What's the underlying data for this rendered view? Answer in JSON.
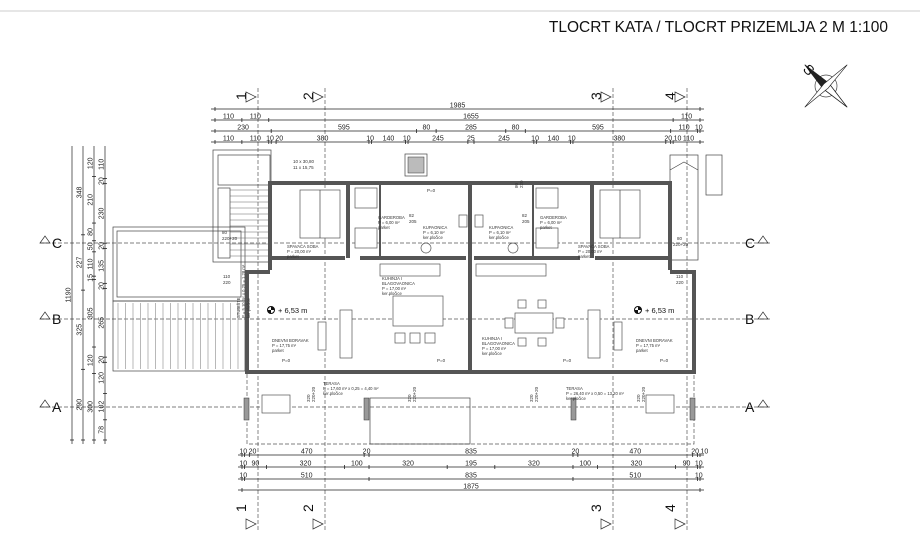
{
  "title": "TLOCRT KATA / TLOCRT PRIZEMLJA 2 M 1:100",
  "compass_label": "S",
  "axes": {
    "vertical": [
      "1",
      "2",
      "3",
      "4"
    ],
    "horizontal": [
      "C",
      "B",
      "A"
    ]
  },
  "dimensions": {
    "top": [
      [
        1985
      ],
      [
        110,
        110,
        1655,
        110
      ],
      [
        230,
        595,
        80,
        285,
        80,
        595,
        110,
        10
      ],
      [
        110,
        110,
        10,
        20,
        380,
        10,
        140,
        10,
        245,
        25,
        245,
        10,
        140,
        10,
        380,
        20,
        10,
        110
      ]
    ],
    "bottom": [
      [
        10,
        20,
        470,
        20,
        835,
        20,
        470,
        20,
        10
      ],
      [
        10,
        90,
        320,
        100,
        320,
        195,
        320,
        100,
        320,
        90,
        10
      ],
      [
        10,
        510,
        835,
        510,
        10
      ],
      [
        1875
      ]
    ],
    "left": [
      [
        1190
      ],
      [
        348,
        227,
        325,
        290
      ],
      [
        120,
        210,
        80,
        50,
        110,
        15,
        305,
        120,
        300
      ],
      [
        110,
        20,
        230,
        20,
        135,
        20,
        265,
        20,
        120,
        102,
        78
      ]
    ]
  },
  "rooms": {
    "bedroom_left": {
      "name": "SPAVAĆA SOBA",
      "area": "P = 20,00 m²",
      "floor": "parket"
    },
    "wardrobe_left": {
      "name": "GARDEROBA",
      "area": "P = 6,00 m²",
      "floor": "parket"
    },
    "bath_left": {
      "name": "KUPAONICA",
      "area": "P = 6,10 m²",
      "floor": "ker.pločice"
    },
    "bath_right": {
      "name": "KUPAONICA",
      "area": "P = 6,10 m²",
      "floor": "ker.pločice"
    },
    "wardrobe_right": {
      "name": "GARDEROBA",
      "area": "P = 6,00 m²",
      "floor": "parket"
    },
    "bedroom_right": {
      "name": "SPAVAĆA SOBA",
      "area": "P = 20,00 m²",
      "floor": "parket"
    },
    "kitchen_left": {
      "name": "KUHINJA I",
      "name2": "BLAGOVAONICA",
      "area": "P = 17,00 m²",
      "floor": "ker.pločice"
    },
    "kitchen_right": {
      "name": "KUHINJA I",
      "name2": "BLAGOVAONICA",
      "area": "P = 17,00 m²",
      "floor": "ker.pločice"
    },
    "living_left": {
      "name": "DNEVNI BORAVAK",
      "area": "P = 17,75 m²",
      "floor": "parket"
    },
    "living_right": {
      "name": "DNEVNI BORAVAK",
      "area": "P = 17,75 m²",
      "floor": "parket"
    },
    "terrace_left": {
      "name": "TERASA",
      "area": "P = 17,60 m² x 0,25 = 4,40 m²",
      "floor": "ker.pločice"
    },
    "terrace_right": {
      "name": "TERASA",
      "area": "P = 26,40 m² x 0,50 = 13,20 m²",
      "floor": "ker.pločice"
    },
    "stairs": {
      "name": "STUBIŠTE",
      "area": "P = 5,10 m² x 0,25 = 1,28 m²",
      "floor": "ker.pločice"
    }
  },
  "levels": {
    "left": "+ 6,53 m",
    "right": "+ 6,53 m"
  },
  "stair_note": [
    "10 x 30,80",
    "11 x 15,75"
  ],
  "door_tags": {
    "bedroom": [
      "80",
      "220+20"
    ],
    "entrance": [
      "110",
      "220"
    ],
    "bath": [
      "82",
      "205"
    ],
    "window_top": [
      "80",
      "220"
    ],
    "terrace_door": [
      "320",
      "220+20"
    ],
    "parapet": "P=0"
  }
}
